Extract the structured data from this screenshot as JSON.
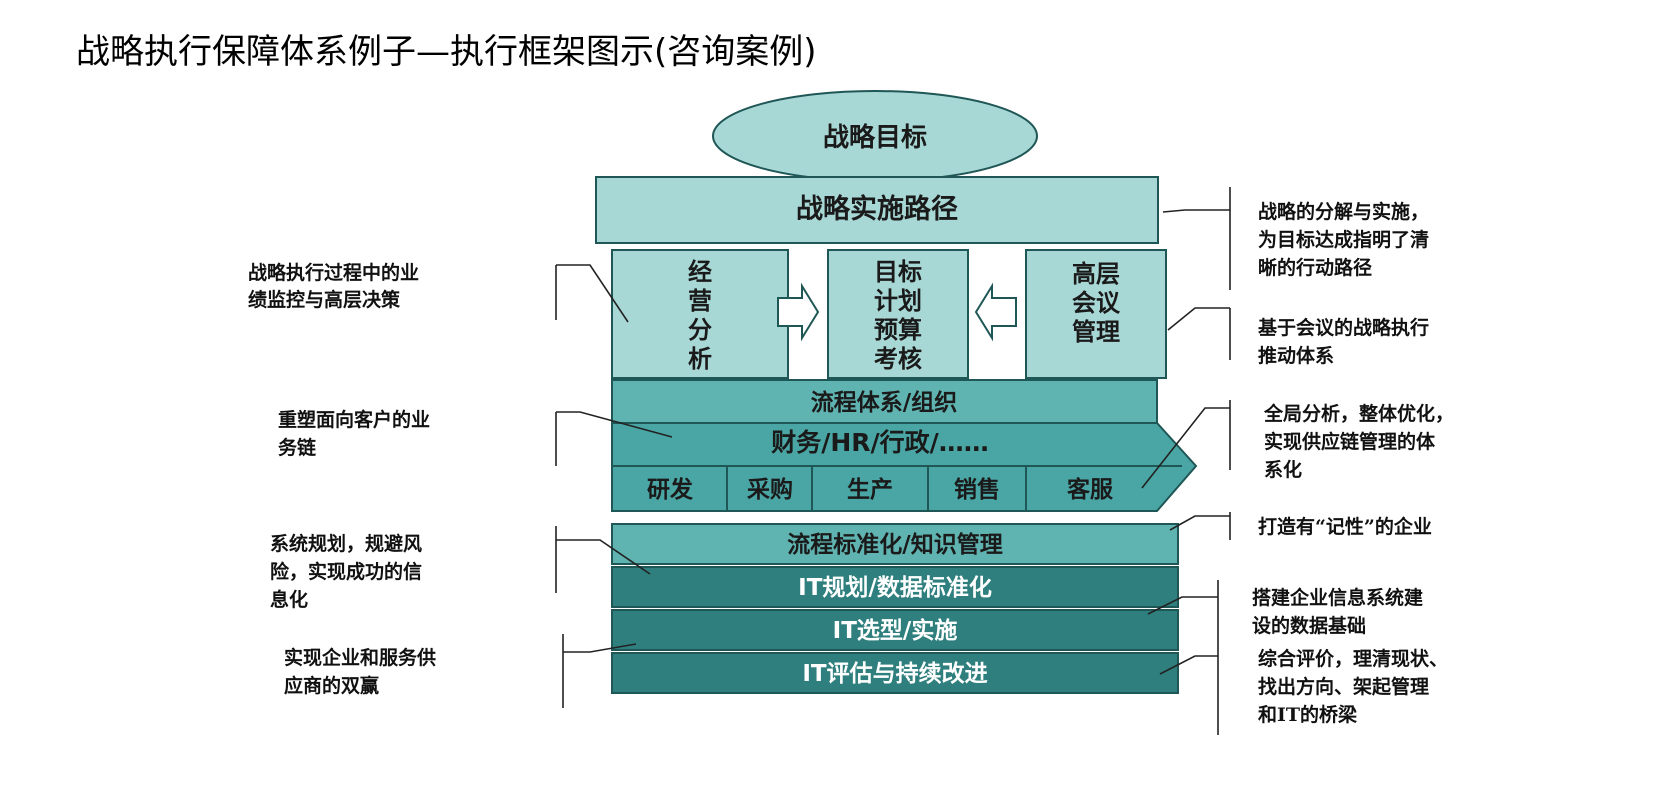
{
  "page": {
    "title": "战略执行保障体系例子—执行框架图示(咨询案例)"
  },
  "diagram": {
    "goal": "战略目标",
    "path": "战略实施路径",
    "col_left": [
      "经",
      "营",
      "分",
      "析"
    ],
    "col_mid": [
      "目标",
      "计划",
      "预算",
      "考核"
    ],
    "col_right": [
      "高层",
      "会议",
      "管理"
    ],
    "process_system": "流程体系/组织",
    "support": "财务/HR/行政/……",
    "chain": [
      "研发",
      "采购",
      "生产",
      "销售",
      "客服"
    ],
    "standardize": "流程标准化/知识管理",
    "it_planning": "IT规划/数据标准化",
    "it_select": "IT选型/实施",
    "it_eval": "IT评估与持续改进"
  },
  "annotations": {
    "left": [
      [
        "战略执行过程中的业",
        "绩监控与高层决策"
      ],
      [
        "重塑面向客户的业",
        "务链"
      ],
      [
        "系统规划，规避风",
        "险，实现成功的信",
        "息化"
      ],
      [
        "实现企业和服务供",
        "应商的双赢"
      ]
    ],
    "right": [
      [
        "战略的分解与实施，",
        "为目标达成指明了清",
        "晰的行动路径"
      ],
      [
        "基于会议的战略执行",
        "推动体系"
      ],
      [
        "全局分析，整体优化，",
        "实现供应链管理的体",
        "系化"
      ],
      [
        "打造有“记性”的企业"
      ],
      [
        "搭建企业信息系统建",
        "设的数据基础"
      ],
      [
        "综合评价，理清现状、",
        "找出方向、架起管理",
        "和IT的桥梁"
      ]
    ]
  },
  "colors": {
    "light": "#a8d8d6",
    "mid": "#5fb3b0",
    "teal": "#4aa6a4",
    "dark": "#2e7f7d",
    "border": "#1f5756"
  }
}
